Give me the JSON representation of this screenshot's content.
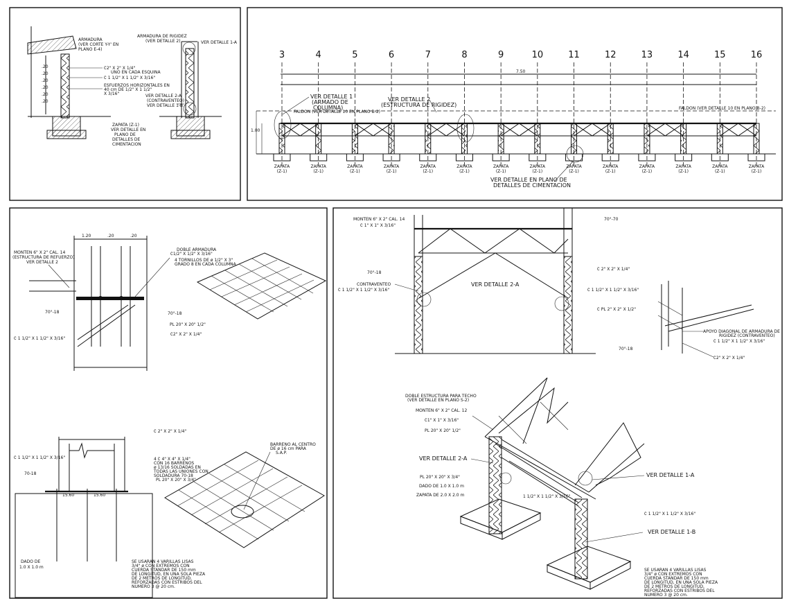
{
  "detail_top_left": {
    "armadura": "ARMADURA",
    "ver_corte": "(VER CORTE Y-Y' EN",
    "plano": "PLANO E-4)",
    "angle_2x2": "∁2\" X 2\" X 1/4\"",
    "uno_en_cada": "UNO EN CADA ESQUINA",
    "angle_112": "∁ 1 1/2\" X 1 1/2\" X 3/16\"",
    "esfuerzos_1": "ESFUERZOS HORIZONTALES EN",
    "esfuerzos_2": "40 cm DE 1/2\" X 1 1/2\"",
    "esfuerzos_3": "X 3/16\"",
    "zapata": "ZAPATA (Z-1)",
    "ver_detalle_en": "VER DETALLE EN",
    "plano_de": "PLANO DE",
    "detalles_de": "DETALLES DE",
    "cimentacion": "CIMENTACION",
    "armadura_rigidez": "ARMADURA DE RIGIDEZ",
    "ver_detalle_2": "(VER DETALLE 2)",
    "ver_detalle_1a": "VER DETALLE 1-A",
    "ver_detalle_2a": "VER DETALLE 2-A",
    "contraventeo": "(CONTRAVENTEO)",
    "ver_detalle_1b": "VER DETALLE 1-B"
  },
  "elevation": {
    "axes": [
      "3",
      "4",
      "5",
      "6",
      "7",
      "8",
      "9",
      "10",
      "11",
      "12",
      "13",
      "14",
      "15",
      "16"
    ],
    "ver_detalle_1": "VER DETALLE 1",
    "armado_de": "(ARMADO DE",
    "columna": "COLUMNA)",
    "ver_detalle_2": "VER DETALLE 2",
    "estructura_rigidez": "(ESTRUCTURA DE RIGIDEZ)",
    "faldon": "FALDON (VER DETALLE 10 EN PLANO B-2)",
    "faldon_right": "FALDON (VER DETALLE 10 EN PLANO B-2)",
    "zapata": "ZAPATA",
    "zapata_tag": "(Z-1)",
    "ver_detalle_plano": "VER DETALLE EN PLANO DE",
    "detalles_cimentacion": "DETALLES DE CIMENTACION"
  },
  "detail_mid_left": {
    "monten_1": "MONTEN 6\" X 2\" CAL. 14",
    "monten_2": "(ESTRUCTURA DE REFUERZO)",
    "monten_3": "VER DETALLE 2",
    "doble_armadura": "DOBLE ARMADURA",
    "angle_doble": "∁1/2\" X 1/2\" X 3/16\"",
    "tornillos_1": "4 TORNILLOS DE ø 1/2\" X 3\"",
    "tornillos_2": "GRADO 8 EN CADA COLUMNA",
    "weld1": "70°-18",
    "weld2": "70°-18",
    "angle_112": "∁ 1 1/2\" X 1 1/2\" X 3/16\"",
    "pl": "PL 20\" X 20\" 1/2\"",
    "angle_2x2": "∁2\" X 2\" X 1/4\""
  },
  "detail_bottom_left": {
    "angle_2x2": "∁ 2\" X 2\" X 1/4\"",
    "angle_112": "∁ 1 1/2\" X 1 1/2\" X 3/16\"",
    "n4_1": "4 ∁ 4\" X 4\" X 1/4\"",
    "n4_2": "CON 16 BARRENOS",
    "n4_3": "ø 13/16 SOLDADAS EN",
    "n4_4": "TODAS LAS UNIONES CON",
    "n4_5": "SOLDADURA 70-18",
    "pl": "PL 20\" X 20\" X 3/4\"",
    "weld": "70-18",
    "centro_1": "BARRENO AL CENTRO",
    "centro_2": "DE ø 16 cm PARA",
    "centro_3": "S.A.P.",
    "dado_1": "DADO DE",
    "dado_2": "1.0 X 1.0 m",
    "varillas_1": "SE USARAN 4 VARILLAS LISAS",
    "varillas_2": "3/4\" ø CON EXTREMOS CON",
    "varillas_3": "CUERDA STANDAR DE 150 mm",
    "varillas_4": "DE LONGITUD, EN UNA SOLA PIEZA",
    "varillas_5": "DE 2 METROS DE LONGITUD,",
    "varillas_6": "REFORZADAS CON ESTRIBOS DEL",
    "varillas_7": "NUMERO 3 @ 20 cm."
  },
  "detail_mid_right": {
    "monten": "MONTEN 6\" X 2\" CAL. 14",
    "angle_1x1": "∁ 1\" X 1\" X 3/16\"",
    "weld_a": "70°-18",
    "weld_b": "70°-70",
    "contraventeo": "CONTRAVENTEO",
    "angle_112": "∁ 1 1/2\" X 1 1/2\" X 3/16\"",
    "ver_detalle_2a": "VER DETALLE 2-A",
    "iso_angle_2x2": "∁ 2\" X 2\" X 1/4\"",
    "iso_angle_112": "∁ 1 1/2\" X 1 1/2\" X 3/16\"",
    "iso_pl": "∁ PL 2\" X 2\" X 1/2\"",
    "apoyo_1": "APOYO DIAGONAL DE ARMADURA DE",
    "apoyo_2": "RIGIDEZ (CONTRAVENTEO)",
    "apoyo_3": "∁ 1 1/2\" X 1 1/2\" X 3/16\"",
    "iso_weld": "70°-18",
    "iso_angle_bottom": "∁2\" X 2\" X 1/4\""
  },
  "detail_bottom_right": {
    "doble_1": "DOBLE ESTRUCTURA PARA TECHO",
    "doble_2": "(VER DETALLE EN PLANO S-2)",
    "monten": "MONTEN 6\" X 2\" CAL. 12",
    "angle_1": "∁1\" X 1\" X 3/16\"",
    "pl_a": "PL 20\" X 20\" 1/2\"",
    "ver_2a": "VER DETALLE 2-A",
    "pl_b": "PL 20\" X 20\" X 3/4\"",
    "dado": "DADO DE 1.0 X 1.0 m",
    "zapata": "ZAPATA DE 2.0 X 2.0 m",
    "angle_mid": "1 1/2\" X 1 1/2\" X 3/16\"",
    "ver_1a": "VER DETALLE 1-A",
    "angle_right": "∁ 1 1/2\" X 1 1/2\" X 3/16\"",
    "ver_1b": "VER DETALLE 1-B",
    "varillas_1": "SE USARAN 4 VARILLAS LISAS",
    "varillas_2": "3/4\" ø CON EXTREMOS CON",
    "varillas_3": "CUERDA STANDAR DE 150 mm",
    "varillas_4": "DE LONGITUD, EN UNA SOLA PIEZA",
    "varillas_5": "DE 2 METROS DE LONGITUD,",
    "varillas_6": "REFORZADAS CON ESTRIBOS DEL",
    "varillas_7": "NUMERO 3 @ 20 cm."
  }
}
